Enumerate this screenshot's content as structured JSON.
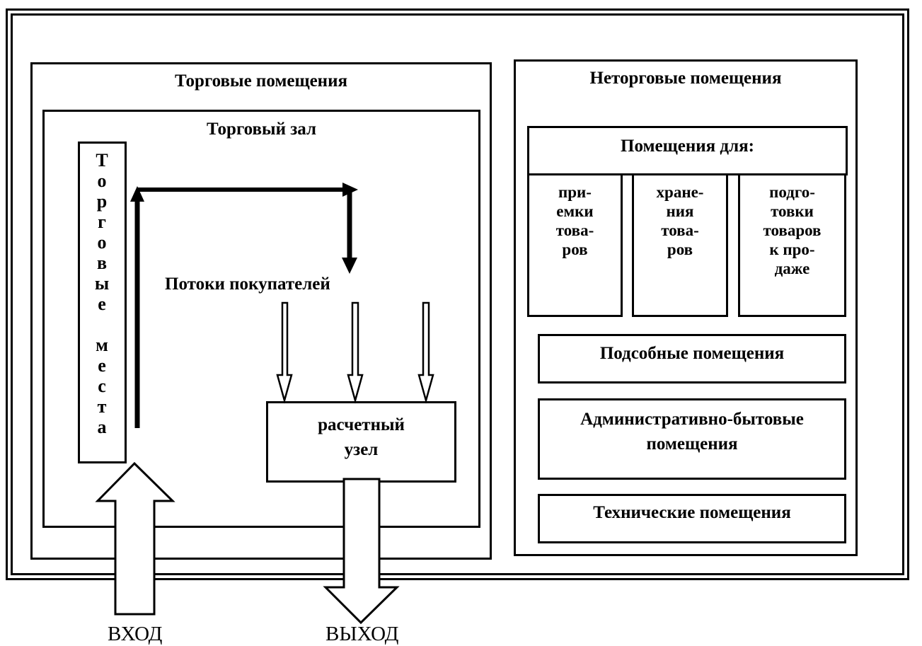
{
  "trade": {
    "title": "Торговые помещения",
    "hall": {
      "title": "Торговый зал",
      "places_letters": [
        "Т",
        "о",
        "р",
        "г",
        "о",
        "в",
        "ы",
        "е",
        "",
        "м",
        "е",
        "с",
        "т",
        "а"
      ],
      "flows_label": "Потоки покупателей",
      "checkout_line1": "расчетный",
      "checkout_line2": "узел"
    }
  },
  "nontrade": {
    "title": "Неторговые помещения",
    "rooms_for": {
      "title": "Помещения для:",
      "col1": [
        "при-",
        "емки",
        "това-",
        "ров"
      ],
      "col2": [
        "хране-",
        "ния",
        "това-",
        "ров"
      ],
      "col3": [
        "подго-",
        "товки",
        "товаров",
        "к про-",
        "даже"
      ]
    },
    "auxiliary": "Подсобные помещения",
    "admin_line1": "Административно-бытовые",
    "admin_line2": "помещения",
    "technical": "Технические помещения"
  },
  "entrance": "ВХОД",
  "exit": "ВЫХОД"
}
